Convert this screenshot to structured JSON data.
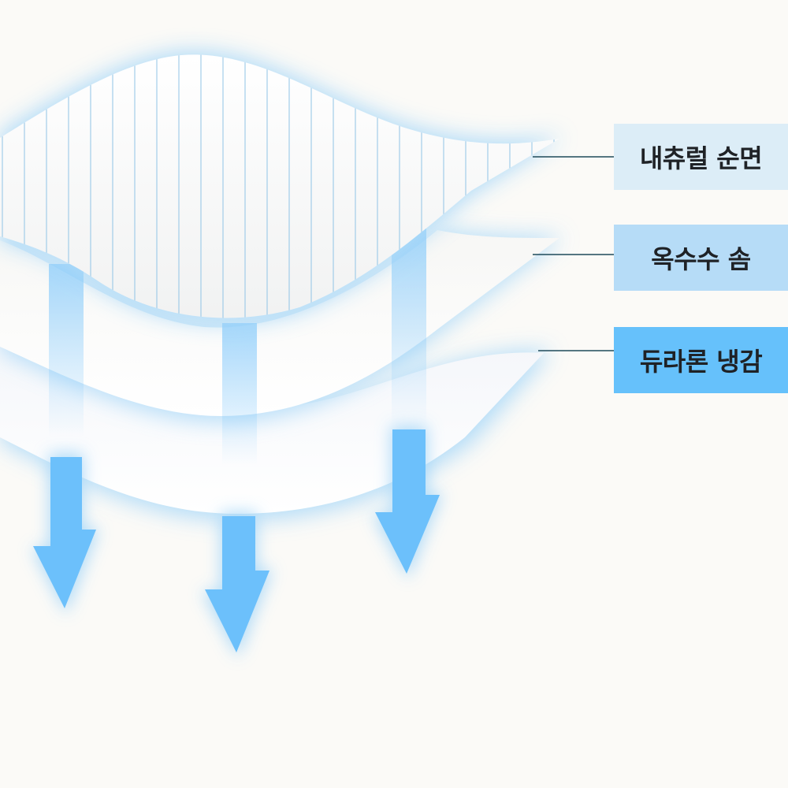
{
  "layers": [
    {
      "label": "내츄럴 순면",
      "color": "#dcedf7"
    },
    {
      "label": "옥수수 솜",
      "color": "#b6dcf7"
    },
    {
      "label": "듀라론 냉감",
      "color": "#66c1fb"
    }
  ],
  "colors": {
    "background": "#fbfaf7",
    "glow": "#a9d8f8",
    "arrow": "#6cc0fb",
    "leader_line": "#1e4a5a",
    "stripe": "#8fc3e6"
  },
  "icons": [
    "arrow-down-icon",
    "arrow-down-icon",
    "arrow-down-icon"
  ]
}
